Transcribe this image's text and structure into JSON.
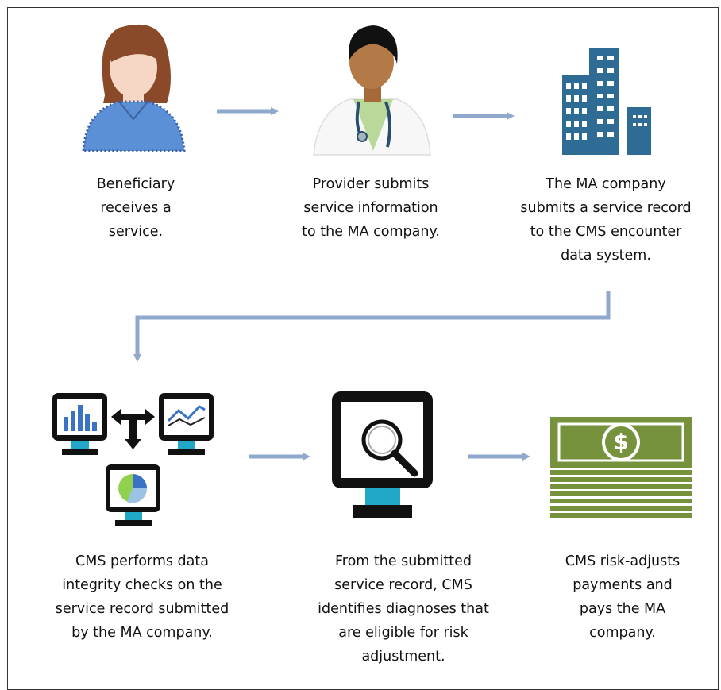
{
  "steps": [
    {
      "id": "beneficiary",
      "icon": "beneficiary-icon",
      "lines": [
        "Beneficiary",
        "receives a",
        "service."
      ]
    },
    {
      "id": "provider",
      "icon": "doctor-icon",
      "lines": [
        "Provider submits",
        "service information",
        "to the MA company."
      ]
    },
    {
      "id": "ma_company",
      "icon": "office-building-icon",
      "lines": [
        "The MA company",
        "submits a service record",
        "to the CMS encounter",
        "data system."
      ]
    },
    {
      "id": "integrity",
      "icon": "data-monitors-icon",
      "lines": [
        "CMS performs data",
        "integrity checks on the",
        "service record submitted",
        "by the MA company."
      ]
    },
    {
      "id": "diagnoses",
      "icon": "magnifier-monitor-icon",
      "lines": [
        "From the submitted",
        "service record, CMS",
        "identifies diagnoses that",
        "are eligible for risk",
        "adjustment."
      ]
    },
    {
      "id": "payment",
      "icon": "money-stack-icon",
      "lines": [
        "CMS risk-adjusts",
        "payments and",
        "pays the MA",
        "company."
      ]
    }
  ],
  "money_symbol": "$",
  "colors": {
    "arrow": "#8fa8cc",
    "building": "#2e6c96",
    "money": "#76923c",
    "monitor_screen": "#20a8c6",
    "skin": "#f6d6c4",
    "hair": "#8a4a2a",
    "sweater": "#5b8fd6"
  }
}
